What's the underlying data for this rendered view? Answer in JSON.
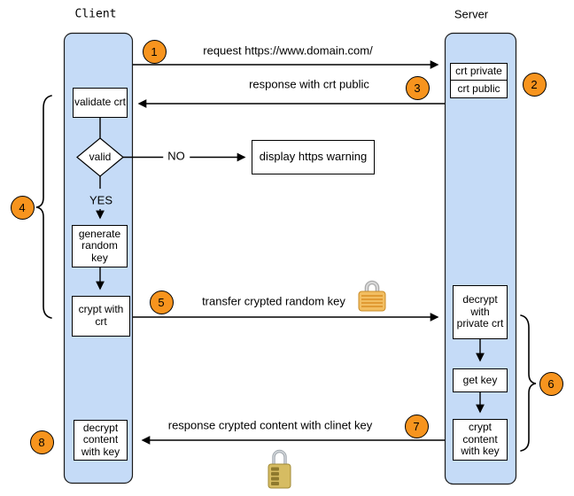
{
  "actors": {
    "client": "Client",
    "server": "Server"
  },
  "steps": [
    "1",
    "2",
    "3",
    "4",
    "5",
    "6",
    "7",
    "8"
  ],
  "messages": {
    "request": "request https://www.domain.com/",
    "response_crt": "response with crt public",
    "transfer_key": "transfer crypted random key",
    "response_content": "response crypted content with clinet key"
  },
  "flow": {
    "validate_crt": "validate crt",
    "valid": "valid",
    "no": "NO",
    "yes": "YES",
    "display_warning": "display https warning",
    "generate_key": "generate random key",
    "crypt_with_crt": "crypt with crt",
    "decrypt_content": "decrypt content with key"
  },
  "server_flow": {
    "crt_private": "crt private",
    "crt_public": "crt public",
    "decrypt_private": "decrypt with private crt",
    "get_key": "get key",
    "crypt_content": "crypt content with key"
  },
  "icons": {
    "transfer_lock": "padlock-closed-icon",
    "content_lock": "combination-padlock-icon"
  },
  "colors": {
    "lifeline_fill": "#c5dbf7",
    "lifeline_border": "#1a1a1a",
    "step_badge_fill": "#f7941e",
    "box_fill": "#ffffff",
    "line_color": "#000000"
  }
}
